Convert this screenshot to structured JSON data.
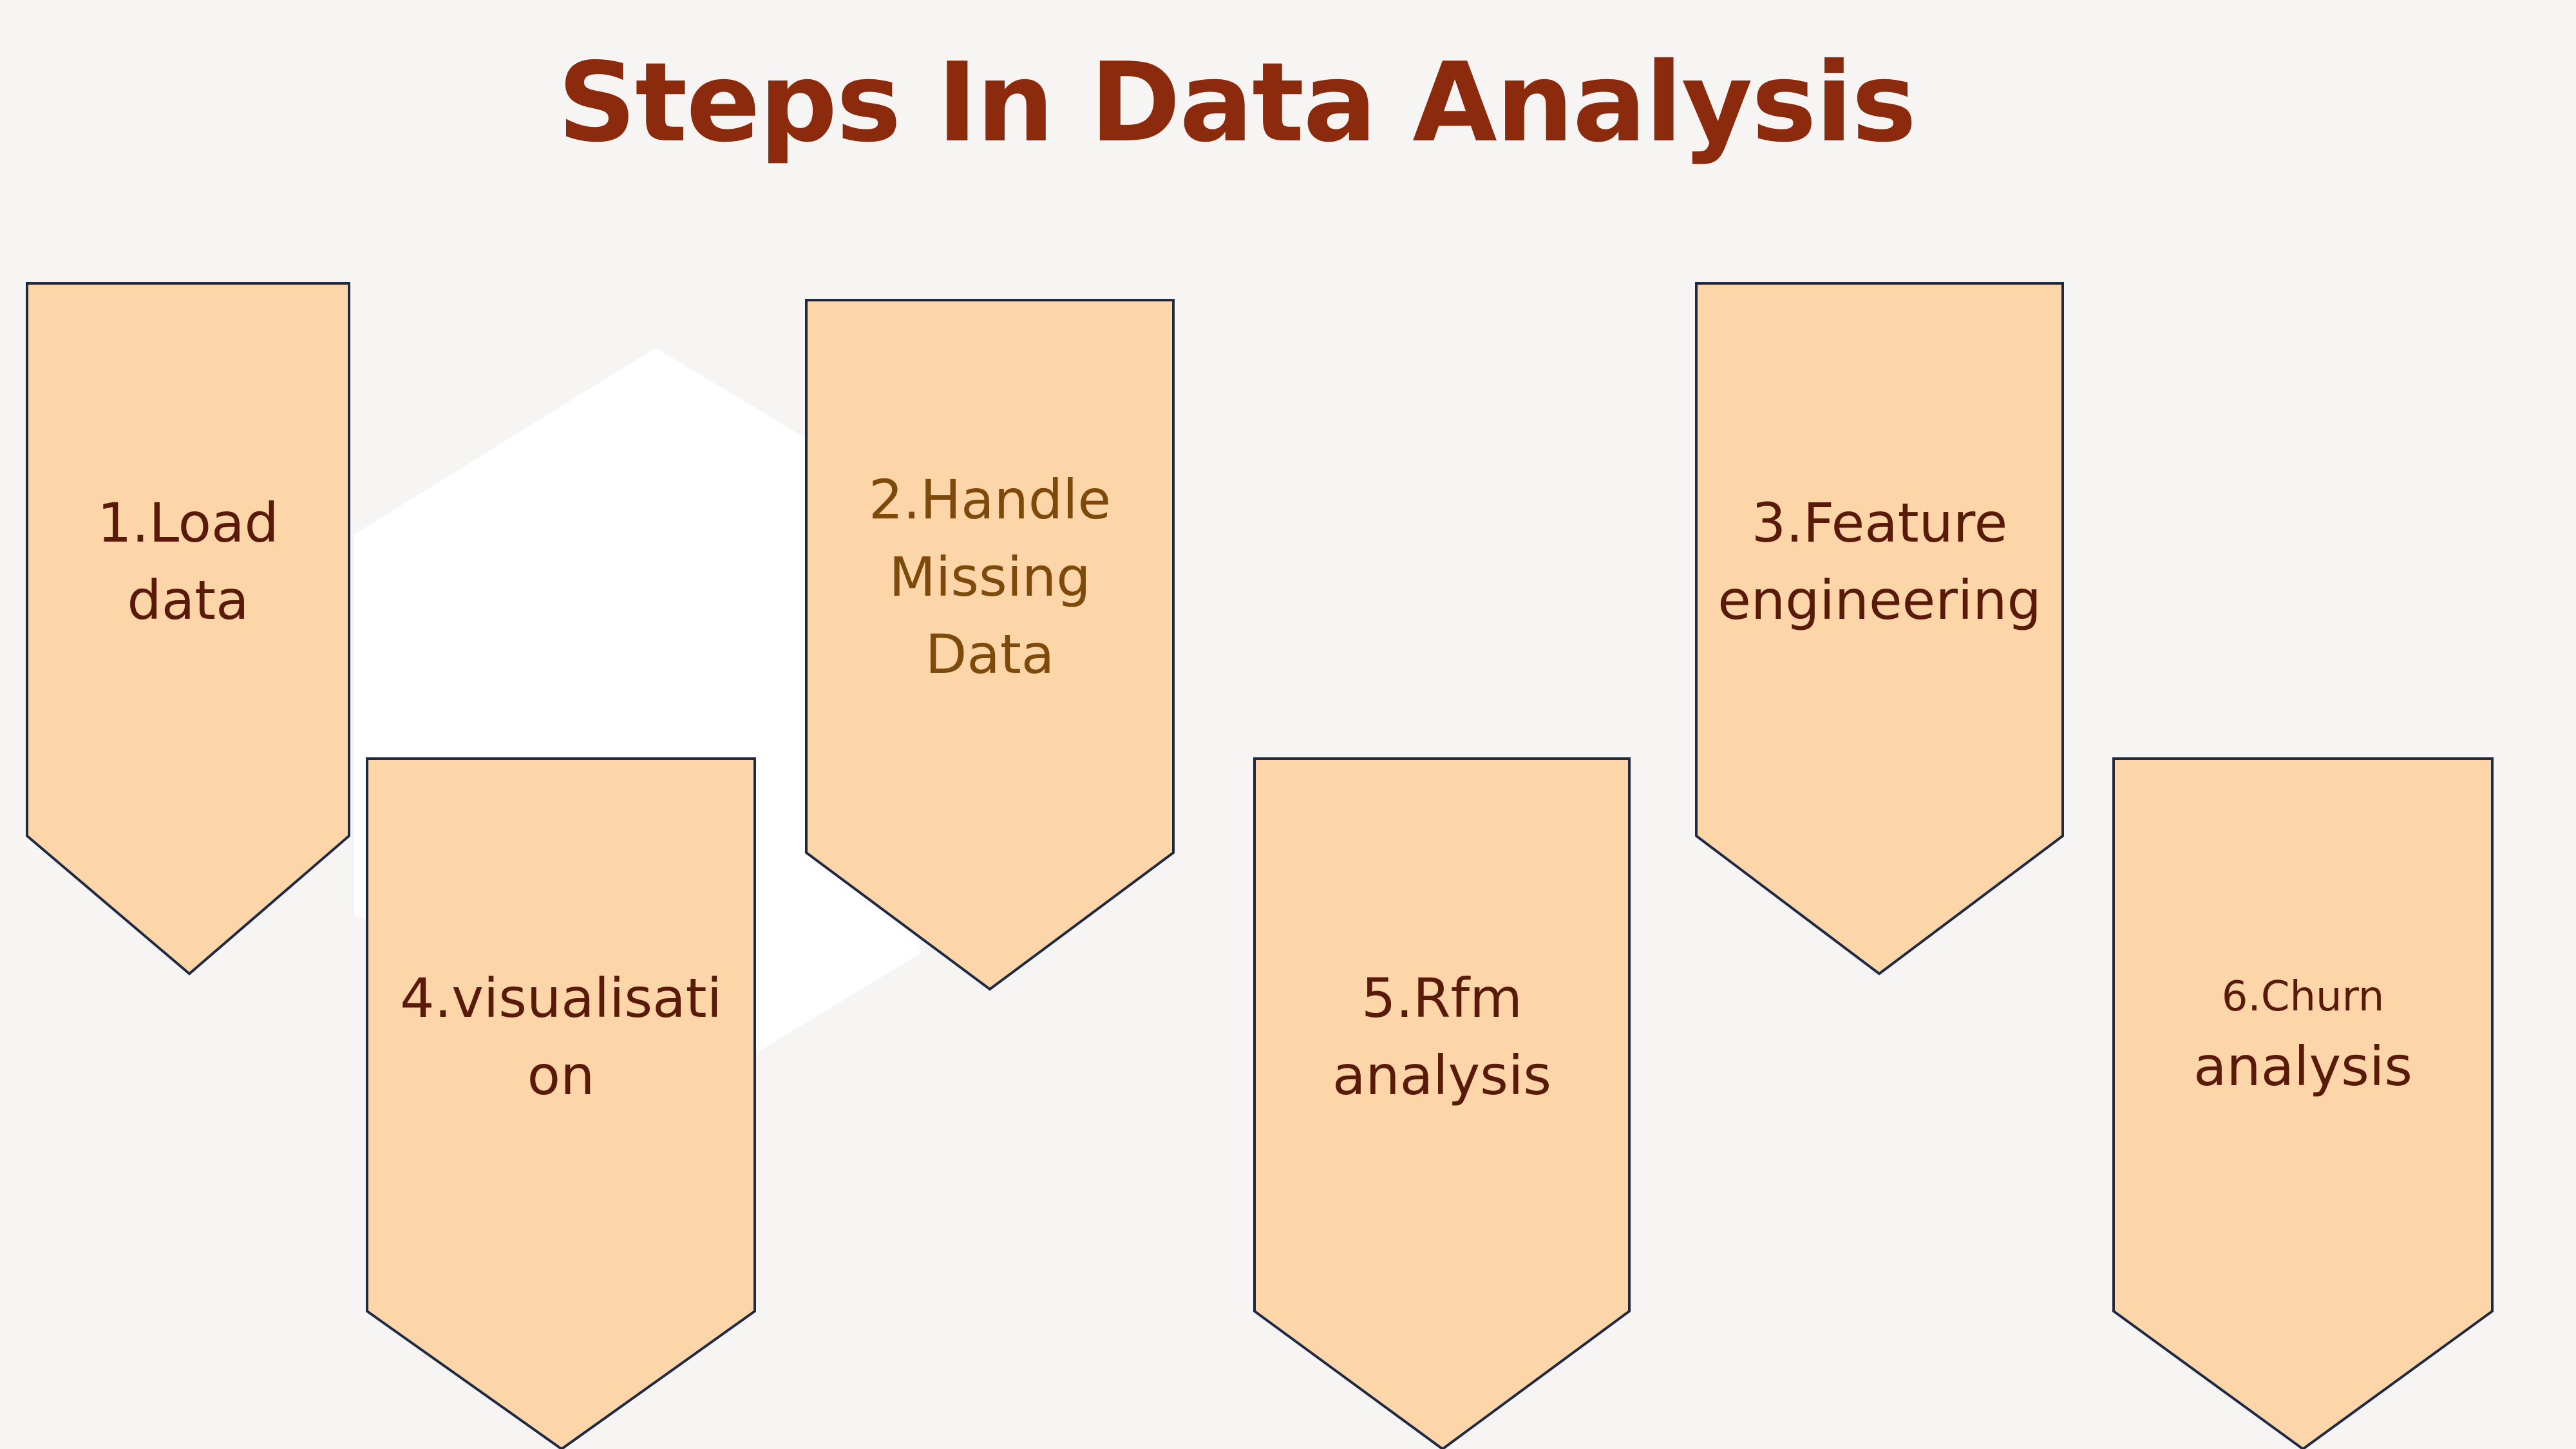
{
  "title": "Steps In Data Analysis",
  "colors": {
    "title": "#8b2a0c",
    "background": "#f7f5f4",
    "backdrop": "#ffffff",
    "step_fill": "#fcd5a8",
    "step_stroke": "#1e2a45",
    "step_text": "#5a1a0a",
    "step_text_highlight": "#7e4a0c"
  },
  "steps": [
    {
      "lines": [
        "1.Load",
        "data"
      ]
    },
    {
      "lines": [
        "2.Handle",
        "Missing",
        "Data"
      ]
    },
    {
      "lines": [
        "3.Feature",
        "engineering"
      ]
    },
    {
      "lines": [
        "4.visualisati",
        "on"
      ]
    },
    {
      "lines": [
        "5.Rfm",
        "analysis"
      ]
    },
    {
      "lines": [
        "6.Churn",
        "analysis"
      ]
    }
  ]
}
